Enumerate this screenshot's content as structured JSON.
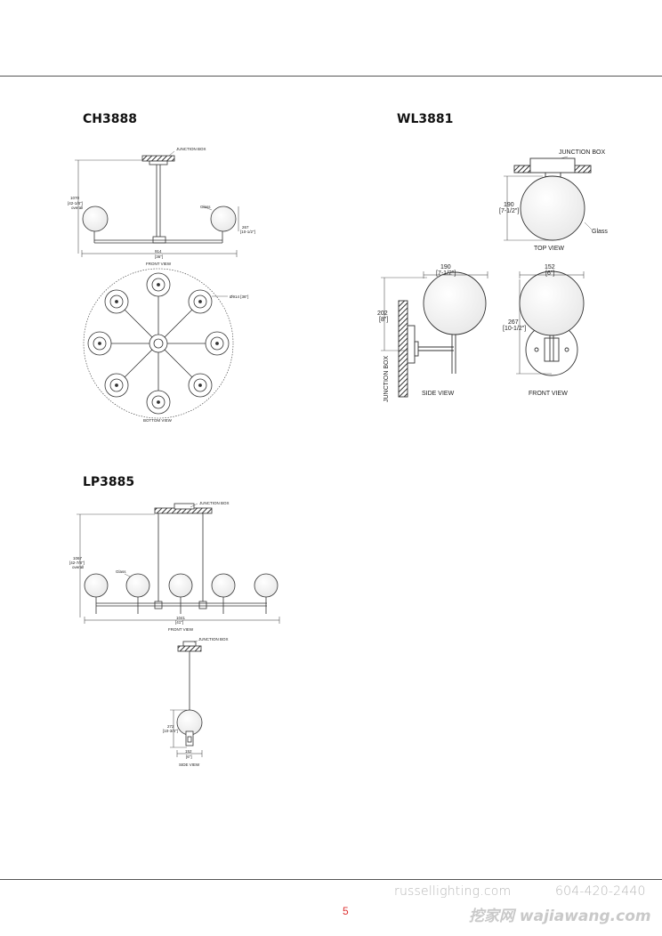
{
  "products": {
    "ch": {
      "code": "CH3888",
      "labels": {
        "junction_box": "JUNCTION BOX",
        "glass": "Glass",
        "overall_mm": "1070",
        "overall_in": "[42-1/8\"]",
        "overall_word": "overall",
        "globe_mm": "267",
        "globe_in": "[10-1/2\"]",
        "width_mm": "914",
        "width_in": "[36\"]",
        "front_view": "FRONT VIEW",
        "diameter": "Ø914 [36\"]",
        "bottom_view": "BOTTOM VIEW"
      }
    },
    "wl": {
      "code": "WL3881",
      "labels": {
        "junction_box": "JUNCTION BOX",
        "glass": "Glass",
        "top_mm": "190",
        "top_in": "[7-1/2\"]",
        "top_view": "TOP VIEW",
        "side_width_mm": "190",
        "side_width_in": "[7-1/2\"]",
        "side_height_mm": "202",
        "side_height_in": "[8\"]",
        "side_junction_box": "JUNCTION BOX",
        "side_view": "SIDE VIEW",
        "front_width_mm": "152",
        "front_width_in": "[6\"]",
        "front_height_mm": "267",
        "front_height_in": "[10-1/2\"]",
        "front_view": "FRONT VIEW"
      }
    },
    "lp": {
      "code": "LP3885",
      "labels": {
        "junction_box": "JUNCTION BOX",
        "glass": "Glass",
        "overall_mm": "1067",
        "overall_in": "[42-7/8\"]",
        "overall_word": "overall",
        "width_mm": "1041",
        "width_in": "[41\"]",
        "front_view": "FRONT VIEW",
        "side_junction_box": "JUNCTION BOX",
        "side_height_mm": "272",
        "side_height_in": "[10-3/4\"]",
        "side_width_mm": "152",
        "side_width_in": "[6\"]",
        "side_view": "SIDE VIEW"
      }
    }
  },
  "footer": {
    "website": "russellighting.com",
    "phone": "604-420-2440",
    "page_number": "5",
    "watermark": "挖家网 wajiawang.com"
  }
}
